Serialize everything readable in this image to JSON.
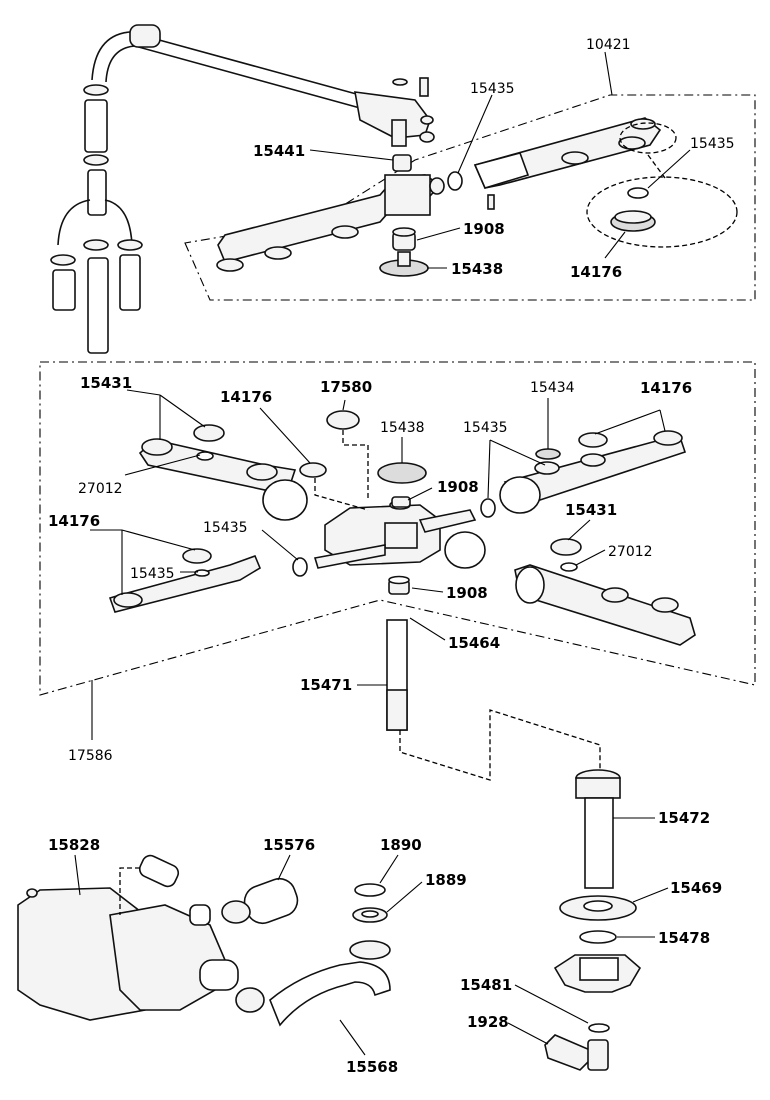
{
  "labels": {
    "l10421": "10421",
    "l15435a": "15435",
    "l15435b": "15435",
    "l15441": "15441",
    "l1908a": "1908",
    "l15438a": "15438",
    "l14176a": "14176",
    "l15431a": "15431",
    "l14176b": "14176",
    "l17580": "17580",
    "l15434": "15434",
    "l14176c": "14176",
    "l15438b": "15438",
    "l15435c": "15435",
    "l27012a": "27012",
    "l1908b": "1908",
    "l14176d": "14176",
    "l15435d": "15435",
    "l15431b": "15431",
    "l27012b": "27012",
    "l15435e": "15435",
    "l1908c": "1908",
    "l15464": "15464",
    "l15471": "15471",
    "l17586": "17586",
    "l15472": "15472",
    "l15828": "15828",
    "l15576": "15576",
    "l1890": "1890",
    "l1889": "1889",
    "l15469": "15469",
    "l15478": "15478",
    "l15481": "15481",
    "l1928": "1928",
    "l15568": "15568"
  }
}
